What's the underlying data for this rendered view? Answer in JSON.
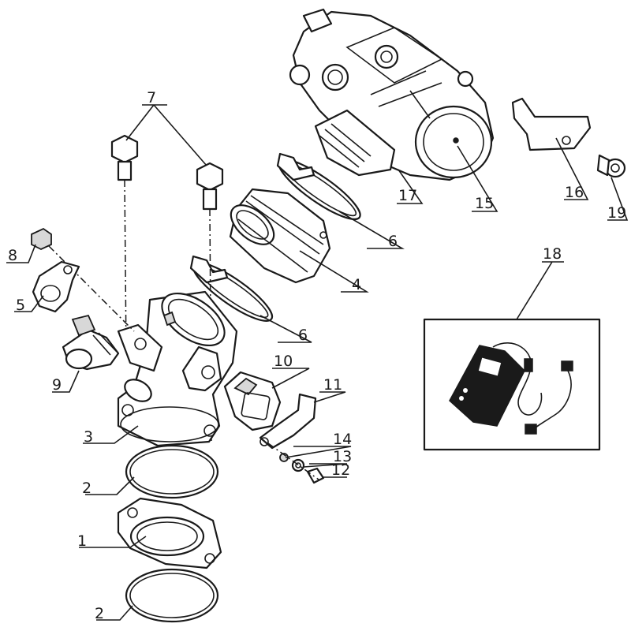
{
  "labels": {
    "p1": "1",
    "p2a": "2",
    "p2b": "2",
    "p3": "3",
    "p4": "4",
    "p5": "5",
    "p6a": "6",
    "p6b": "6",
    "p7": "7",
    "p8": "8",
    "p9": "9",
    "p10": "10",
    "p11": "11",
    "p12": "12",
    "p13": "13",
    "p14": "14",
    "p15": "15",
    "p16": "16",
    "p17": "17",
    "p18": "18",
    "p19": "19"
  }
}
